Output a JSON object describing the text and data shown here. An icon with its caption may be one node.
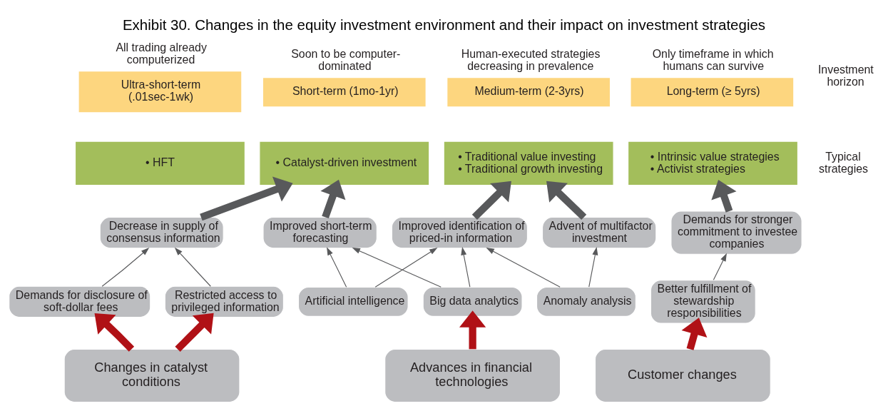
{
  "diagram": {
    "title": "Exhibit 30. Changes in the equity investment environment and their impact on investment strategies",
    "nodes": [
      {
        "text": [
          "All trading already computerized",
          "Ultra-short-term (.01sec-1wk)"
        ]
      },
      {
        "text": [
          "Soon to be computer-dominated",
          "Short-term (1mo-1yr)"
        ]
      },
      {
        "text": [
          "Human-executed strategies decreasing in prevalence",
          "Medium-term (2-3yrs)"
        ]
      },
      {
        "text": [
          "Only timeframe in which humans can survive",
          "Long-term (≥ 5yrs)"
        ]
      },
      {
        "text": [
          "• HFT"
        ]
      },
      {
        "text": [
          "• Catalyst-driven investment"
        ]
      },
      {
        "text": [
          "• Traditional value investing",
          "• Traditional growth investing"
        ]
      },
      {
        "text": [
          "• Intrinsic value strategies",
          "• Activist strategies"
        ]
      },
      {
        "text": [
          "Decrease in supply of consensus information"
        ]
      },
      {
        "text": [
          "Improved short-term forecasting"
        ]
      },
      {
        "text": [
          "Improved identification of priced-in information"
        ]
      },
      {
        "text": [
          "Advent of multifactor investment"
        ]
      },
      {
        "text": [
          "Demands for stronger commitment to investee companies"
        ]
      },
      {
        "text": [
          "Demands for disclosure of soft-dollar fees"
        ]
      },
      {
        "text": [
          "Restricted access to privileged information"
        ]
      },
      {
        "text": [
          "Artificial intelligence"
        ]
      },
      {
        "text": [
          "Big data analytics"
        ]
      },
      {
        "text": [
          "Anomaly analysis"
        ]
      },
      {
        "text": [
          "Better fulfillment of stewardship responsibilities"
        ]
      },
      {
        "text": [
          "Changes in catalyst conditions"
        ]
      },
      {
        "text": [
          "Advances in financial technologies"
        ]
      },
      {
        "text": [
          "Customer changes"
        ]
      }
    ],
    "edges": [
      {
        "from": 8,
        "to": 5,
        "arrow": "to",
        "style": "thick",
        "color": "#58595b"
      },
      {
        "from": 9,
        "to": 5,
        "arrow": "to",
        "style": "thick",
        "color": "#58595b"
      },
      {
        "from": 10,
        "to": 6,
        "arrow": "to",
        "style": "thick",
        "color": "#58595b"
      },
      {
        "from": 11,
        "to": 6,
        "arrow": "to",
        "style": "thick",
        "color": "#58595b"
      },
      {
        "from": 12,
        "to": 7,
        "arrow": "to",
        "style": "thick",
        "color": "#58595b"
      },
      {
        "from": 13,
        "to": 8,
        "arrow": "to"
      },
      {
        "from": 14,
        "to": 8,
        "arrow": "to"
      },
      {
        "from": 15,
        "to": 9,
        "arrow": "to"
      },
      {
        "from": 15,
        "to": 10,
        "arrow": "to"
      },
      {
        "from": 16,
        "to": 9,
        "arrow": "to"
      },
      {
        "from": 16,
        "to": 10,
        "arrow": "to"
      },
      {
        "from": 17,
        "to": 10,
        "arrow": "to"
      },
      {
        "from": 17,
        "to": 11,
        "arrow": "to"
      },
      {
        "from": 18,
        "to": 12,
        "arrow": "to"
      },
      {
        "from": 19,
        "to": 13,
        "arrow": "to",
        "style": "thick",
        "color": "#b01116"
      },
      {
        "from": 19,
        "to": 14,
        "arrow": "to",
        "style": "thick",
        "color": "#b01116"
      },
      {
        "from": 20,
        "to": 16,
        "arrow": "to",
        "style": "thick",
        "color": "#b01116"
      },
      {
        "from": 21,
        "to": 18,
        "arrow": "to",
        "style": "thick",
        "color": "#b01116"
      }
    ],
    "labels": [
      "Investment horizon",
      "Typical strategies"
    ]
  }
}
